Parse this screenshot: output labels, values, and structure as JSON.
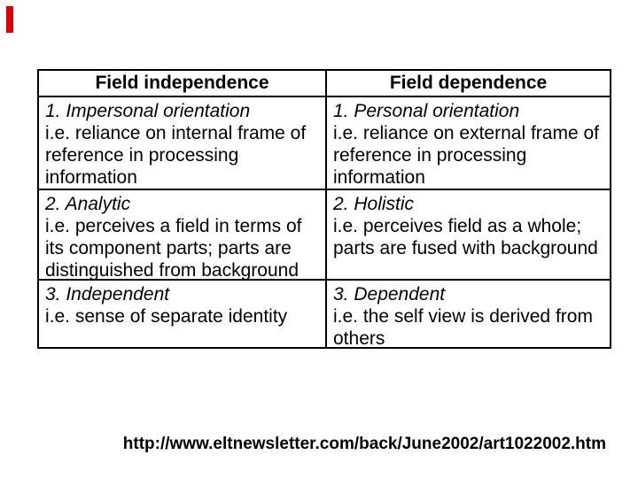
{
  "slide": {
    "accent_color": "#dd0000",
    "source_url": "http://www.eltnewsletter.com/back/June2002/art1022002.htm"
  },
  "table": {
    "columns": [
      {
        "header": "Field independence",
        "rows": [
          {
            "lead": "1. Impersonal orientation",
            "body": "i.e. reliance on internal frame of reference in processing information"
          },
          {
            "lead": "2. Analytic",
            "body": "i.e. perceives a field in terms of its component parts; parts are distinguished from background"
          },
          {
            "lead": "3. Independent",
            "body": "i.e. sense of separate identity"
          }
        ]
      },
      {
        "header": "Field dependence",
        "rows": [
          {
            "lead": "1. Personal orientation",
            "body": "i.e. reliance on external frame of reference in processing information"
          },
          {
            "lead": "2. Holistic",
            "body": "i.e. perceives field as a whole; parts are fused with background"
          },
          {
            "lead": "3. Dependent",
            "body": "i.e. the self view is derived from others"
          }
        ]
      }
    ]
  }
}
